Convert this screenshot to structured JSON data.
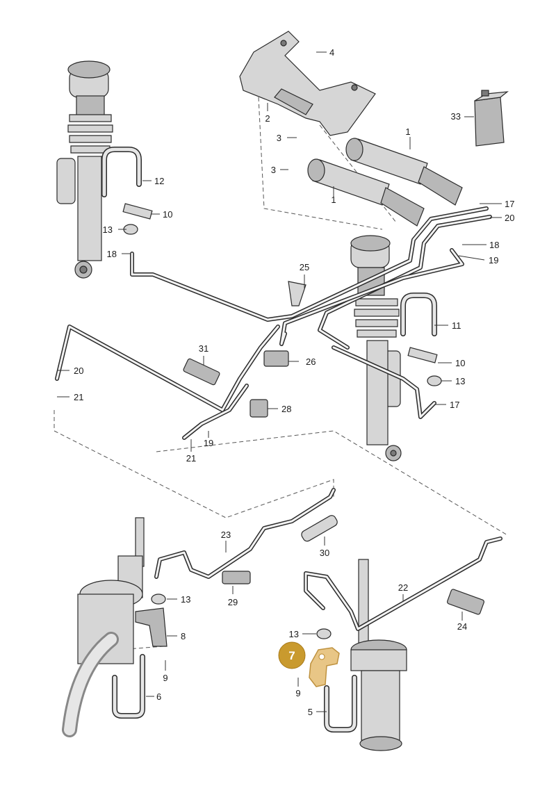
{
  "accent_color": "#c99a2e",
  "highlighted_part": "7",
  "callouts": [
    {
      "id": "c1a",
      "label": "1"
    },
    {
      "id": "c1b",
      "label": "1"
    },
    {
      "id": "c2",
      "label": "2"
    },
    {
      "id": "c3a",
      "label": "3"
    },
    {
      "id": "c3b",
      "label": "3"
    },
    {
      "id": "c4",
      "label": "4"
    },
    {
      "id": "c5",
      "label": "5"
    },
    {
      "id": "c6",
      "label": "6"
    },
    {
      "id": "c7",
      "label": "7"
    },
    {
      "id": "c8",
      "label": "8"
    },
    {
      "id": "c9a",
      "label": "9"
    },
    {
      "id": "c9b",
      "label": "9"
    },
    {
      "id": "c10a",
      "label": "10"
    },
    {
      "id": "c10b",
      "label": "10"
    },
    {
      "id": "c11",
      "label": "11"
    },
    {
      "id": "c12",
      "label": "12"
    },
    {
      "id": "c13a",
      "label": "13"
    },
    {
      "id": "c13b",
      "label": "13"
    },
    {
      "id": "c13c",
      "label": "13"
    },
    {
      "id": "c13d",
      "label": "13"
    },
    {
      "id": "c17a",
      "label": "17"
    },
    {
      "id": "c17b",
      "label": "17"
    },
    {
      "id": "c18a",
      "label": "18"
    },
    {
      "id": "c18b",
      "label": "18"
    },
    {
      "id": "c19a",
      "label": "19"
    },
    {
      "id": "c19b",
      "label": "19"
    },
    {
      "id": "c20a",
      "label": "20"
    },
    {
      "id": "c20b",
      "label": "20"
    },
    {
      "id": "c21a",
      "label": "21"
    },
    {
      "id": "c21b",
      "label": "21"
    },
    {
      "id": "c22",
      "label": "22"
    },
    {
      "id": "c23",
      "label": "23"
    },
    {
      "id": "c24",
      "label": "24"
    },
    {
      "id": "c25",
      "label": "25"
    },
    {
      "id": "c26",
      "label": "26"
    },
    {
      "id": "c28",
      "label": "28"
    },
    {
      "id": "c29",
      "label": "29"
    },
    {
      "id": "c30",
      "label": "30"
    },
    {
      "id": "c31",
      "label": "31"
    },
    {
      "id": "c33",
      "label": "33"
    }
  ]
}
